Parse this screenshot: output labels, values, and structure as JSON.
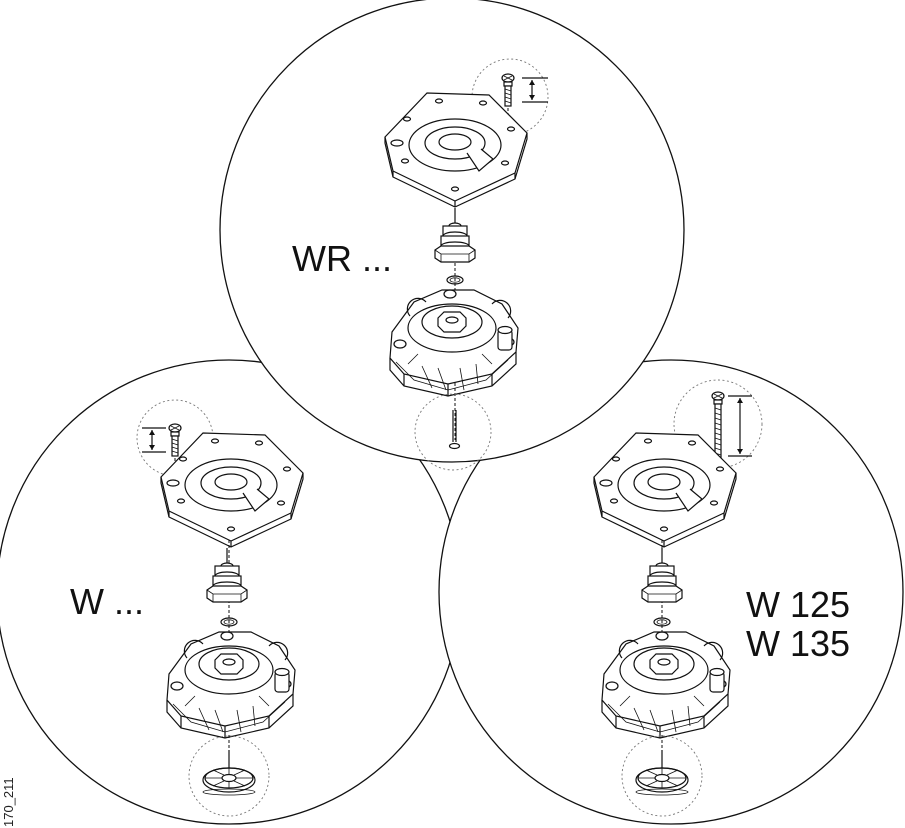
{
  "labels": {
    "top": "WR ...",
    "left": "W ...",
    "right_line1": "W 125",
    "right_line2": "W 135"
  },
  "document_id": "170_211",
  "icons": {
    "screw": "screw-icon",
    "cover": "pump-cover-icon",
    "valve": "valve-insert-icon",
    "oring": "o-ring-icon",
    "housing": "pump-housing-icon",
    "pin": "pin-icon",
    "diaphragm": "diaphragm-icon"
  }
}
